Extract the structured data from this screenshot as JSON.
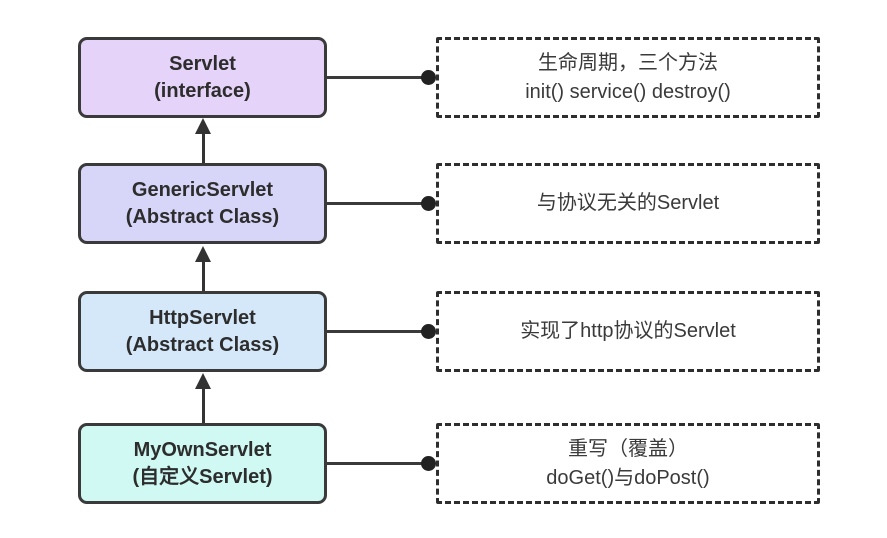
{
  "diagram": {
    "background": "#FFFFFF",
    "box_border_color": "#3A3A3A",
    "dashed_border_color": "#2E2E2E",
    "connector_line_color": "#3A3A3A",
    "connector_dot_color": "#222222",
    "arrow_color": "#333333",
    "text_color": "#2D2D2D",
    "rows": [
      {
        "class_name": "Servlet",
        "class_subtitle": "(interface)",
        "fill": "#E6D3F9",
        "desc_line1": "生命周期，三个方法",
        "desc_line2": "init() service() destroy()"
      },
      {
        "class_name": "GenericServlet",
        "class_subtitle": "(Abstract Class)",
        "fill": "#D7D6F9",
        "desc_line1": "与协议无关的Servlet",
        "desc_line2": ""
      },
      {
        "class_name": "HttpServlet",
        "class_subtitle": "(Abstract Class)",
        "fill": "#D4E8FA",
        "desc_line1": "实现了http协议的Servlet",
        "desc_line2": ""
      },
      {
        "class_name": "MyOwnServlet",
        "class_subtitle": "(自定义Servlet)",
        "fill": "#CFF9F2",
        "desc_line1": "重写（覆盖）",
        "desc_line2": "doGet()与doPost()"
      }
    ]
  }
}
